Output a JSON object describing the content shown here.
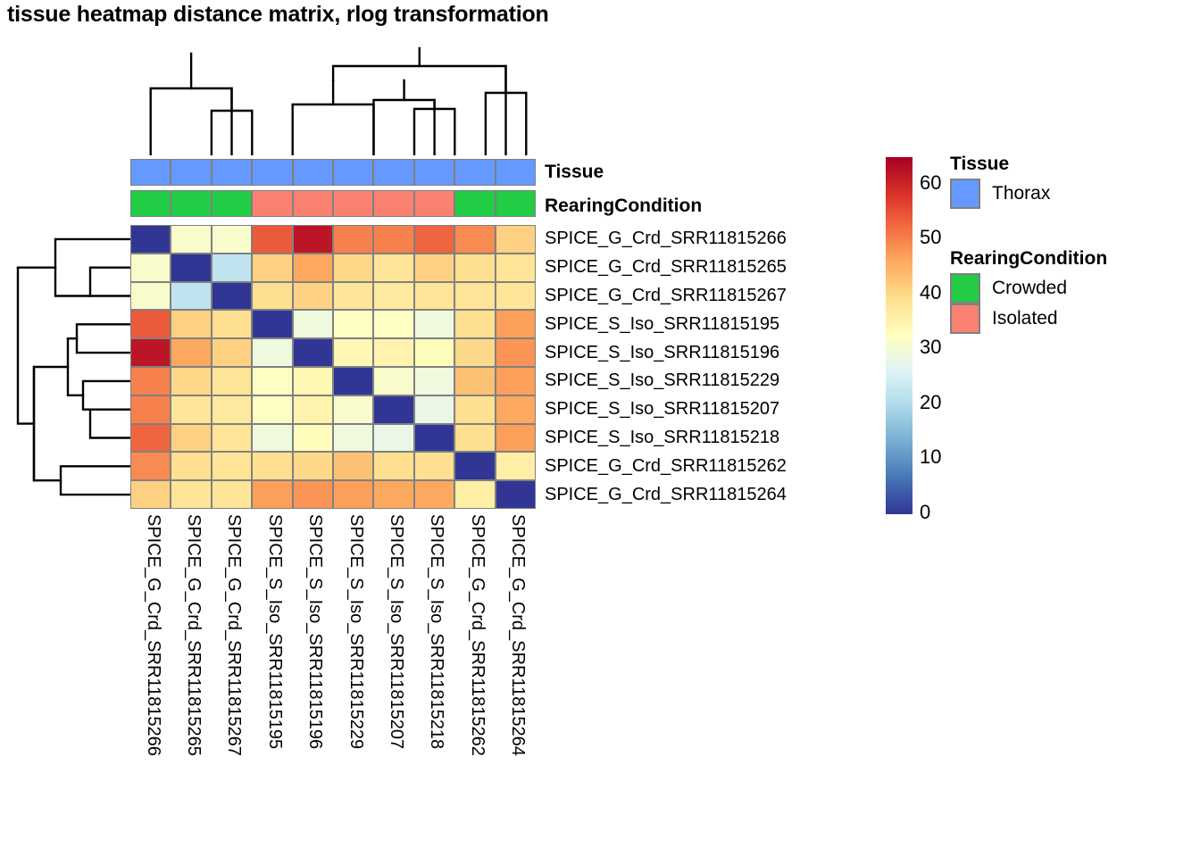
{
  "title": "tissue heatmap distance matrix, rlog transformation",
  "annotations": {
    "tissue": {
      "label": "Tissue",
      "values": [
        "Thorax",
        "Thorax",
        "Thorax",
        "Thorax",
        "Thorax",
        "Thorax",
        "Thorax",
        "Thorax",
        "Thorax",
        "Thorax"
      ]
    },
    "rearing_condition": {
      "label": "RearingCondition",
      "values": [
        "Crowded",
        "Crowded",
        "Crowded",
        "Isolated",
        "Isolated",
        "Isolated",
        "Isolated",
        "Isolated",
        "Crowded",
        "Crowded"
      ]
    }
  },
  "legends": [
    {
      "title": "Tissue",
      "items": [
        {
          "label": "Thorax",
          "color": "#6699FF"
        }
      ]
    },
    {
      "title": "RearingCondition",
      "items": [
        {
          "label": "Crowded",
          "color": "#22CC44"
        },
        {
          "label": "Isolated",
          "color": "#FA8072"
        }
      ]
    }
  ],
  "colorbar": {
    "ticks": [
      "60",
      "50",
      "40",
      "30",
      "20",
      "10",
      "0"
    ],
    "min": 0,
    "max": 65
  },
  "chart_data": {
    "type": "heatmap",
    "title": "tissue heatmap distance matrix, rlog transformation",
    "xlabel": "",
    "ylabel": "",
    "colormap": "RdYlBu_r",
    "zlim": [
      0,
      65
    ],
    "grid": true,
    "legend_position": "right",
    "row_labels": [
      "SPICE_G_Crd_SRR11815266",
      "SPICE_G_Crd_SRR11815265",
      "SPICE_G_Crd_SRR11815267",
      "SPICE_S_Iso_SRR11815195",
      "SPICE_S_Iso_SRR11815196",
      "SPICE_S_Iso_SRR11815229",
      "SPICE_S_Iso_SRR11815207",
      "SPICE_S_Iso_SRR11815218",
      "SPICE_G_Crd_SRR11815262",
      "SPICE_G_Crd_SRR11815264"
    ],
    "col_labels": [
      "SPICE_G_Crd_SRR11815266",
      "SPICE_G_Crd_SRR11815265",
      "SPICE_G_Crd_SRR11815267",
      "SPICE_S_Iso_SRR11815195",
      "SPICE_S_Iso_SRR11815196",
      "SPICE_S_Iso_SRR11815229",
      "SPICE_S_Iso_SRR11815207",
      "SPICE_S_Iso_SRR11815218",
      "SPICE_G_Crd_SRR11815262",
      "SPICE_G_Crd_SRR11815264"
    ],
    "values": [
      [
        0,
        31,
        31,
        54,
        62,
        50,
        50,
        53,
        49,
        41
      ],
      [
        31,
        0,
        22,
        41,
        46,
        40,
        38,
        41,
        39,
        38
      ],
      [
        31,
        22,
        0,
        39,
        41,
        38,
        37,
        38,
        38,
        38
      ],
      [
        54,
        41,
        39,
        0,
        29,
        32,
        32,
        29,
        39,
        47
      ],
      [
        62,
        46,
        41,
        29,
        0,
        34,
        35,
        33,
        40,
        48
      ],
      [
        50,
        40,
        38,
        32,
        34,
        0,
        31,
        29,
        43,
        47
      ],
      [
        50,
        38,
        37,
        32,
        35,
        31,
        0,
        28,
        39,
        46
      ],
      [
        53,
        41,
        38,
        29,
        33,
        29,
        28,
        0,
        39,
        47
      ],
      [
        49,
        39,
        38,
        39,
        40,
        43,
        39,
        39,
        0,
        36
      ],
      [
        41,
        38,
        38,
        47,
        48,
        47,
        46,
        46,
        36,
        0
      ]
    ]
  },
  "dendrograms": {
    "column": {
      "leaf_order": [
        0,
        1,
        2,
        3,
        4,
        5,
        6,
        7,
        8,
        9
      ],
      "description": "column clustering dendrogram above heatmap"
    },
    "row": {
      "leaf_order": [
        0,
        1,
        2,
        3,
        4,
        5,
        6,
        7,
        8,
        9
      ],
      "description": "row clustering dendrogram left of heatmap"
    }
  }
}
